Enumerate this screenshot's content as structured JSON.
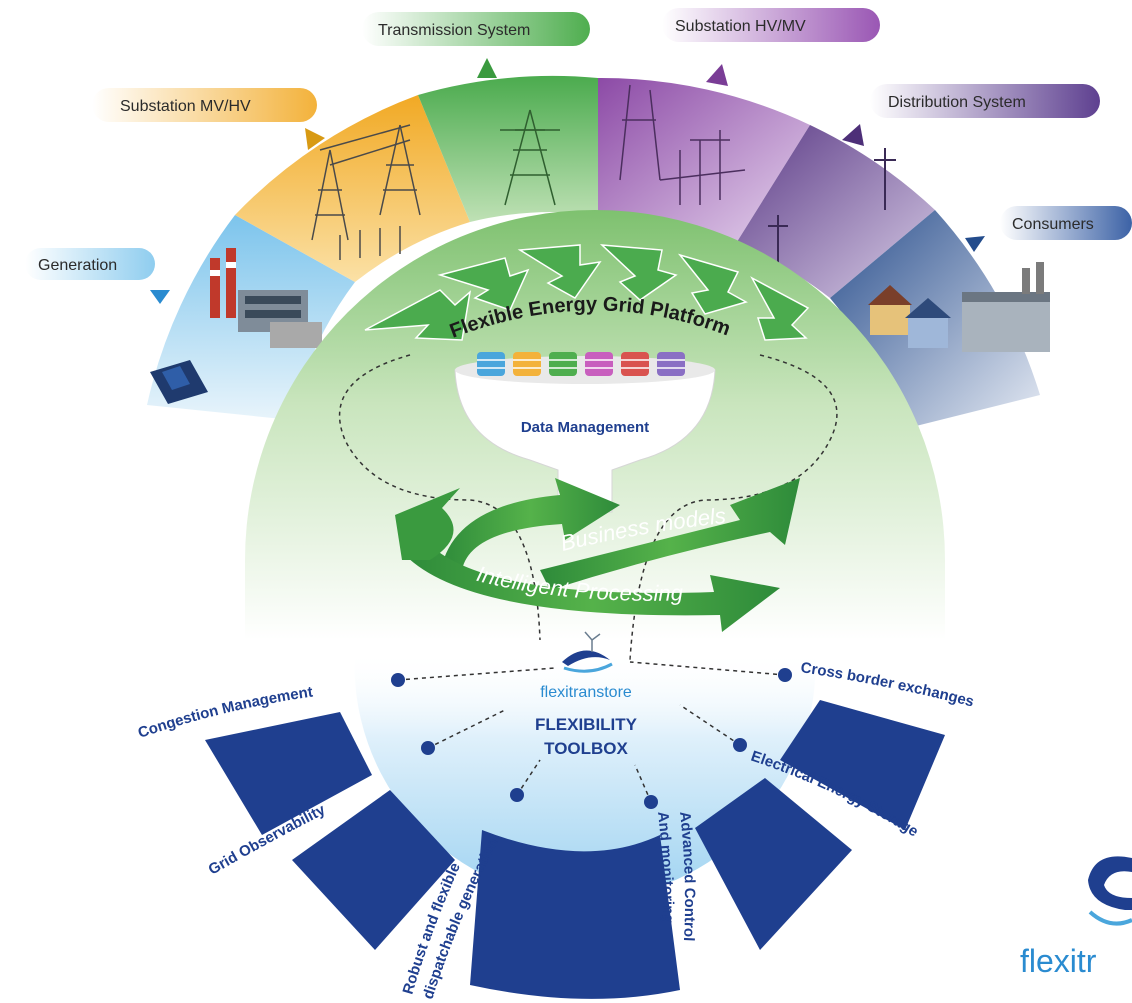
{
  "stages": {
    "generation": "Generation",
    "substation_mv_hv": "Substation MV/HV",
    "transmission": "Transmission System",
    "substation_hv_mv": "Substation HV/MV",
    "distribution": "Distribution System",
    "consumers": "Consumers"
  },
  "platform": {
    "title": "Flexible Energy Grid Platform",
    "data_management": "Data Management",
    "business_models": "Business models",
    "intelligent_processing": "Intelligent Processing"
  },
  "toolbox": {
    "brand": "flexitranstore",
    "title_line1": "FLEXIBILITY",
    "title_line2": "TOOLBOX",
    "congestion": "Congestion Management",
    "grid_observability": "Grid Observability",
    "robust_line1": "Robust and flexible",
    "robust_line2": "dispatchable generation",
    "advanced_line1": "Advanced Control",
    "advanced_line2": "And monitoring",
    "storage": "Electrical Energy Storage",
    "cross_border": "Cross border exchanges"
  },
  "logo": {
    "brand": "flexitr"
  },
  "colors": {
    "navy": "#1f3f8f",
    "green": "#3fa34a",
    "orange": "#f3b23b",
    "purple": "#8a4fa8",
    "blue": "#4aa6dc"
  }
}
